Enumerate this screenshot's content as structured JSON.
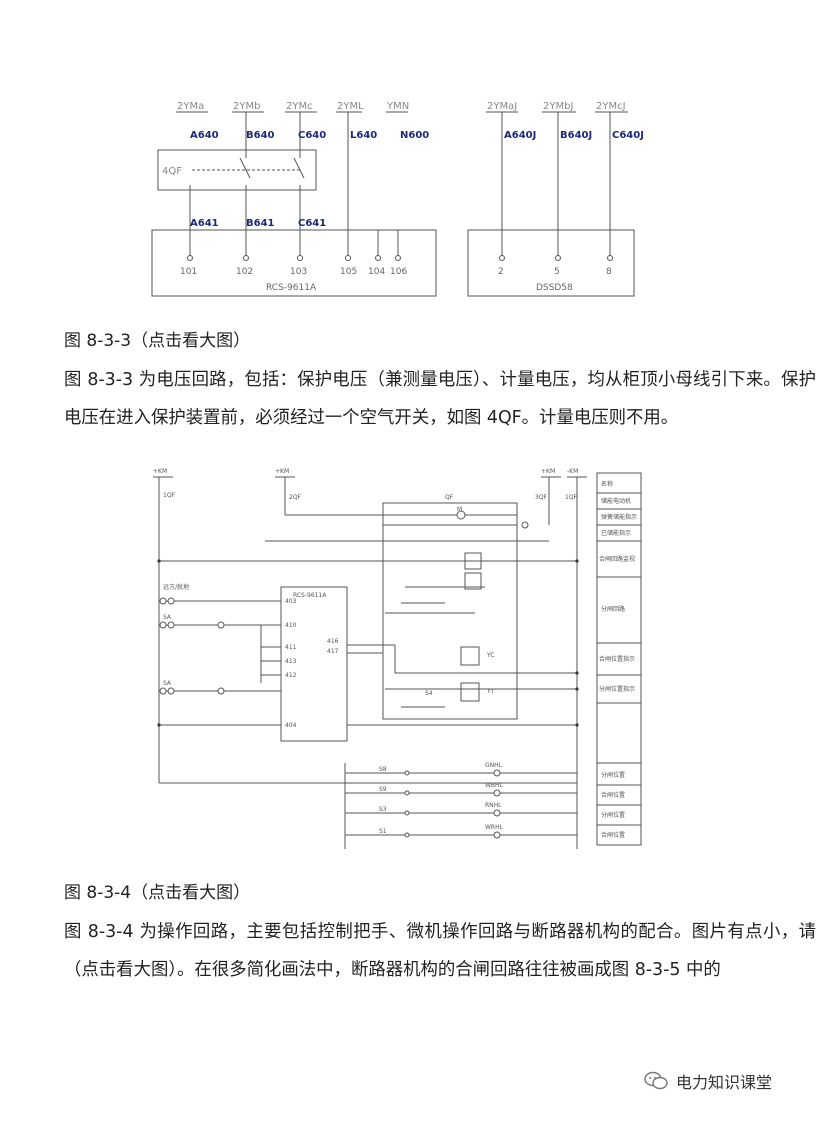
{
  "fig1": {
    "bus_labels": [
      "2YMa",
      "2YMb",
      "2YMc",
      "2YML",
      "YMN",
      "2YMaJ",
      "2YMbJ",
      "2YMcJ"
    ],
    "wire_top": [
      "A640",
      "B640",
      "C640",
      "L640",
      "N600",
      "A640J",
      "B640J",
      "C640J"
    ],
    "switch_label": "4QF",
    "wire_mid": [
      "A641",
      "B641",
      "C641"
    ],
    "terminals_left": [
      "101",
      "102",
      "103",
      "105",
      "104",
      "106"
    ],
    "device_left": "RCS-9611A",
    "terminals_right": [
      "2",
      "5",
      "8"
    ],
    "device_right": "DSSD58"
  },
  "caption1": "图 8-3-3（点击看大图）",
  "para1": "图 8-3-3 为电压回路，包括：保护电压（兼测量电压）、计量电压，均从柜顶小母线引下来。保护电压在进入保护装置前，必须经过一个空气开关，如图 4QF。计量电压则不用。",
  "fig2": {
    "bus": [
      "+KM",
      "+KM",
      "+KM",
      "-KM"
    ],
    "breakers": [
      "1QF",
      "2QF",
      "3QF",
      "1QF"
    ],
    "device": "RCS-9611A",
    "qf_label": "QF",
    "legend": [
      "名称",
      "储能电动机",
      "弹簧储能指示",
      "已储能指示",
      "合闸回路监视",
      "分闸回路",
      "合闸位置指示",
      "分闸位置指示",
      "",
      "分闸位置",
      "合闸位置",
      "分闸位置",
      "合闸位置"
    ],
    "lamps": [
      "GNHL",
      "WBHL",
      "RNHL",
      "WRHL"
    ],
    "left_labels": [
      "远方/就地",
      "SA",
      "SA"
    ],
    "cabinet_terminals": [
      "403",
      "410",
      "411",
      "413",
      "412",
      "416",
      "417",
      "404"
    ],
    "small_labels": [
      "S8",
      "S9",
      "S3",
      "S1",
      "S4",
      "YC",
      "YT",
      "M"
    ]
  },
  "caption2": "图 8-3-4（点击看大图）",
  "para2": "图 8-3-4 为操作回路，主要包括控制把手、微机操作回路与断路器机构的配合。图片有点小，请（点击看大图）。在很多简化画法中，断路器机构的合闸回路往往被画成图 8-3-5 中的",
  "watermark": "电力知识课堂"
}
